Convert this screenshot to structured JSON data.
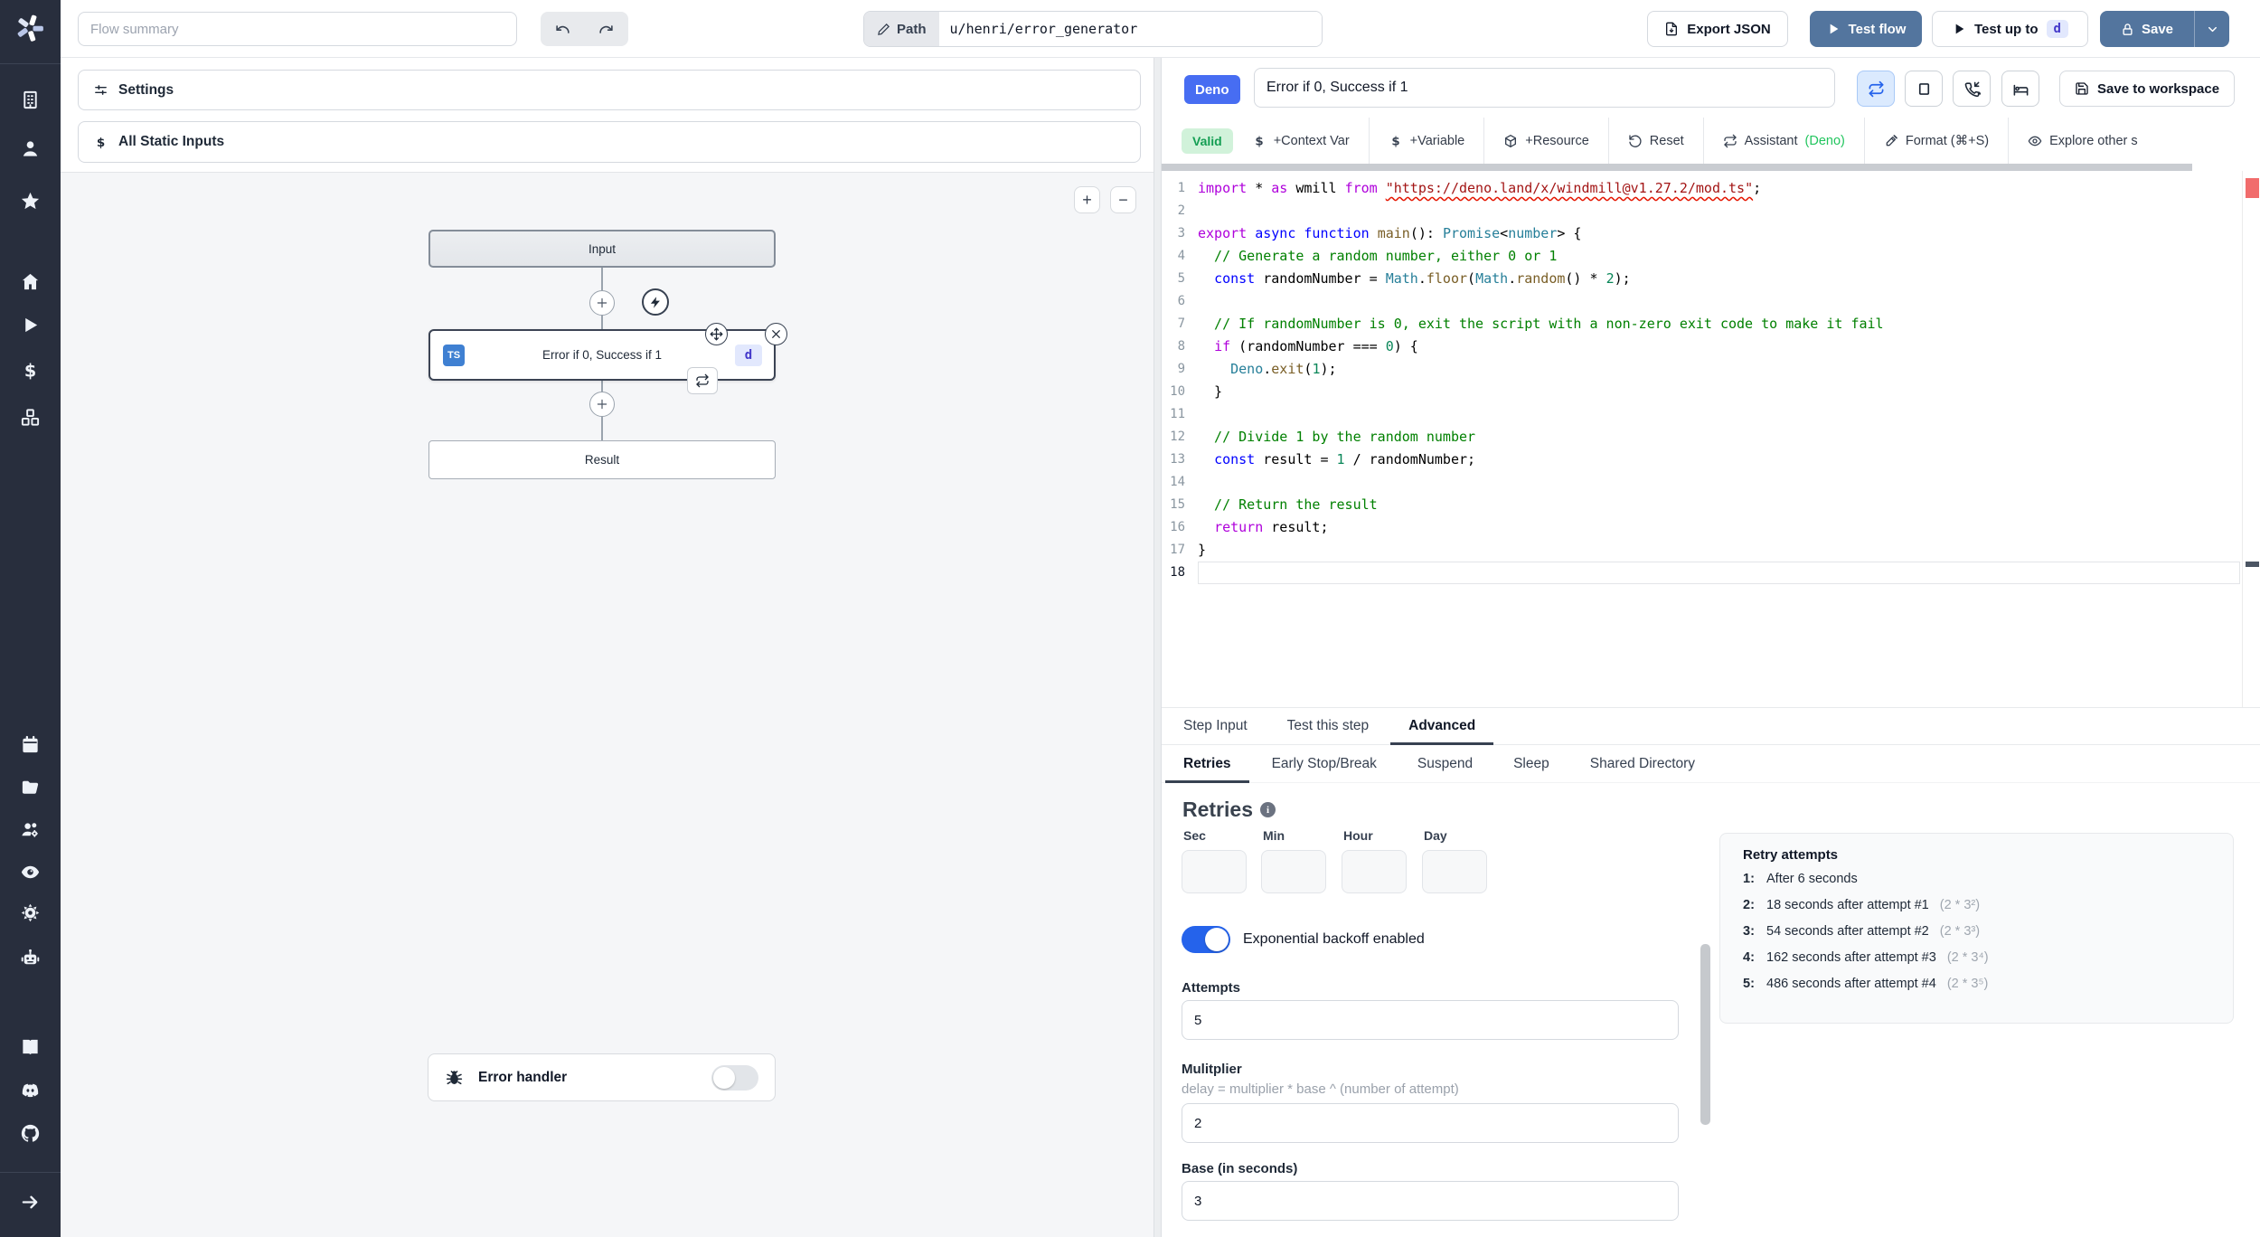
{
  "colors": {
    "accent_blue": "#53759e",
    "badge_blue": "#476df2",
    "toggle_on": "#2563eb",
    "valid_green": "#149e53",
    "sidebar_bg": "#282e3d"
  },
  "topbar": {
    "flow_summary_placeholder": "Flow summary",
    "path_label": "Path",
    "path_value": "u/henri/error_generator",
    "export_json_label": "Export JSON",
    "test_flow_label": "Test flow",
    "test_up_to_label": "Test up to",
    "test_up_to_badge": "d",
    "save_label": "Save"
  },
  "sidebar": {
    "items_top": [
      "building-icon",
      "user-icon",
      "star-icon"
    ],
    "items_main": [
      "home-icon",
      "play-icon",
      "dollar-icon",
      "boxes-icon"
    ],
    "items_lower": [
      "calendar-icon",
      "folder-icon",
      "users-gear-icon",
      "eye-icon",
      "gear-icon",
      "robot-icon"
    ],
    "items_links": [
      "book-icon",
      "discord-icon",
      "github-icon"
    ],
    "items_bottom": [
      "arrow-right-icon"
    ]
  },
  "left_panel": {
    "settings_label": "Settings",
    "all_static_inputs_label": "All Static Inputs",
    "zoom_in": "+",
    "zoom_out": "−",
    "nodes": {
      "input_label": "Input",
      "step_lang_icon": "TS",
      "step_title": "Error if 0, Success if 1",
      "step_lang_badge": "d",
      "result_label": "Result"
    },
    "error_handler_label": "Error handler"
  },
  "right_panel": {
    "lang_badge": "Deno",
    "step_name": "Error if 0, Success if 1",
    "save_to_workspace_label": "Save to workspace",
    "toolbar": {
      "valid_label": "Valid",
      "items": [
        {
          "icon": "dollar-icon",
          "label": "+Context Var"
        },
        {
          "icon": "dollar-icon",
          "label": "+Variable"
        },
        {
          "icon": "cube-icon",
          "label": "+Resource"
        },
        {
          "icon": "reset-icon",
          "label": "Reset"
        },
        {
          "icon": "assistant-icon",
          "label": "Assistant",
          "suffix": "(Deno)"
        },
        {
          "icon": "brush-icon",
          "label": "Format (⌘+S)"
        },
        {
          "icon": "eye-small-icon",
          "label": "Explore other s"
        }
      ]
    },
    "editor": {
      "active_line": 18,
      "lines": [
        [
          [
            "ctl",
            "import"
          ],
          [
            "p",
            " * "
          ],
          [
            "ctl",
            "as"
          ],
          [
            "p",
            " wmill "
          ],
          [
            "ctl",
            "from"
          ],
          [
            "p",
            " "
          ],
          [
            "strw",
            "\"https://deno.land/x/windmill@v1.27.2/mod.ts\""
          ],
          [
            "p",
            ";"
          ]
        ],
        [],
        [
          [
            "ctl",
            "export"
          ],
          [
            "p",
            " "
          ],
          [
            "kw",
            "async"
          ],
          [
            "p",
            " "
          ],
          [
            "kw",
            "function"
          ],
          [
            "p",
            " "
          ],
          [
            "fn",
            "main"
          ],
          [
            "p",
            "(): "
          ],
          [
            "type",
            "Promise"
          ],
          [
            "p",
            "<"
          ],
          [
            "type",
            "number"
          ],
          [
            "p",
            "> {"
          ]
        ],
        [
          [
            "com",
            "  // Generate a random number, either 0 or 1"
          ]
        ],
        [
          [
            "p",
            "  "
          ],
          [
            "kw",
            "const"
          ],
          [
            "p",
            " randomNumber = "
          ],
          [
            "type",
            "Math"
          ],
          [
            "p",
            "."
          ],
          [
            "fn",
            "floor"
          ],
          [
            "p",
            "("
          ],
          [
            "type",
            "Math"
          ],
          [
            "p",
            "."
          ],
          [
            "fn",
            "random"
          ],
          [
            "p",
            "() * "
          ],
          [
            "num",
            "2"
          ],
          [
            "p",
            ");"
          ]
        ],
        [],
        [
          [
            "com",
            "  // If randomNumber is 0, exit the script with a non-zero exit code to make it fail"
          ]
        ],
        [
          [
            "p",
            "  "
          ],
          [
            "ctl",
            "if"
          ],
          [
            "p",
            " (randomNumber === "
          ],
          [
            "num",
            "0"
          ],
          [
            "p",
            ") {"
          ]
        ],
        [
          [
            "p",
            "    "
          ],
          [
            "type",
            "Deno"
          ],
          [
            "p",
            "."
          ],
          [
            "fn",
            "exit"
          ],
          [
            "p",
            "("
          ],
          [
            "num",
            "1"
          ],
          [
            "p",
            ");"
          ]
        ],
        [
          [
            "p",
            "  }"
          ]
        ],
        [],
        [
          [
            "com",
            "  // Divide 1 by the random number"
          ]
        ],
        [
          [
            "p",
            "  "
          ],
          [
            "kw",
            "const"
          ],
          [
            "p",
            " result = "
          ],
          [
            "num",
            "1"
          ],
          [
            "p",
            " / randomNumber;"
          ]
        ],
        [],
        [
          [
            "com",
            "  // Return the result"
          ]
        ],
        [
          [
            "p",
            "  "
          ],
          [
            "ctl",
            "return"
          ],
          [
            "p",
            " result;"
          ]
        ],
        [
          [
            "p",
            "}"
          ]
        ],
        []
      ]
    },
    "tabs": {
      "items": [
        "Step Input",
        "Test this step",
        "Advanced"
      ],
      "active_index": 2
    },
    "subtabs": {
      "items": [
        "Retries",
        "Early Stop/Break",
        "Suspend",
        "Sleep",
        "Shared Directory"
      ],
      "active_index": 0
    },
    "retries": {
      "title": "Retries",
      "time_labels": [
        "Sec",
        "Min",
        "Hour",
        "Day"
      ],
      "backoff_label": "Exponential backoff enabled",
      "attempts_label": "Attempts",
      "attempts_value": "5",
      "multiplier_label": "Mulitplier",
      "multiplier_help": "delay = multiplier * base ^ (number of attempt)",
      "multiplier_value": "2",
      "base_label": "Base (in seconds)",
      "base_value": "3"
    },
    "retry_attempts": {
      "title": "Retry attempts",
      "items": [
        {
          "n": "1:",
          "text": "After 6 seconds",
          "formula": ""
        },
        {
          "n": "2:",
          "text": "18 seconds after attempt #1",
          "formula": "(2 * 3²)"
        },
        {
          "n": "3:",
          "text": "54 seconds after attempt #2",
          "formula": "(2 * 3³)"
        },
        {
          "n": "4:",
          "text": "162 seconds after attempt #3",
          "formula": "(2 * 3⁴)"
        },
        {
          "n": "5:",
          "text": "486 seconds after attempt #4",
          "formula": "(2 * 3⁵)"
        }
      ]
    }
  }
}
